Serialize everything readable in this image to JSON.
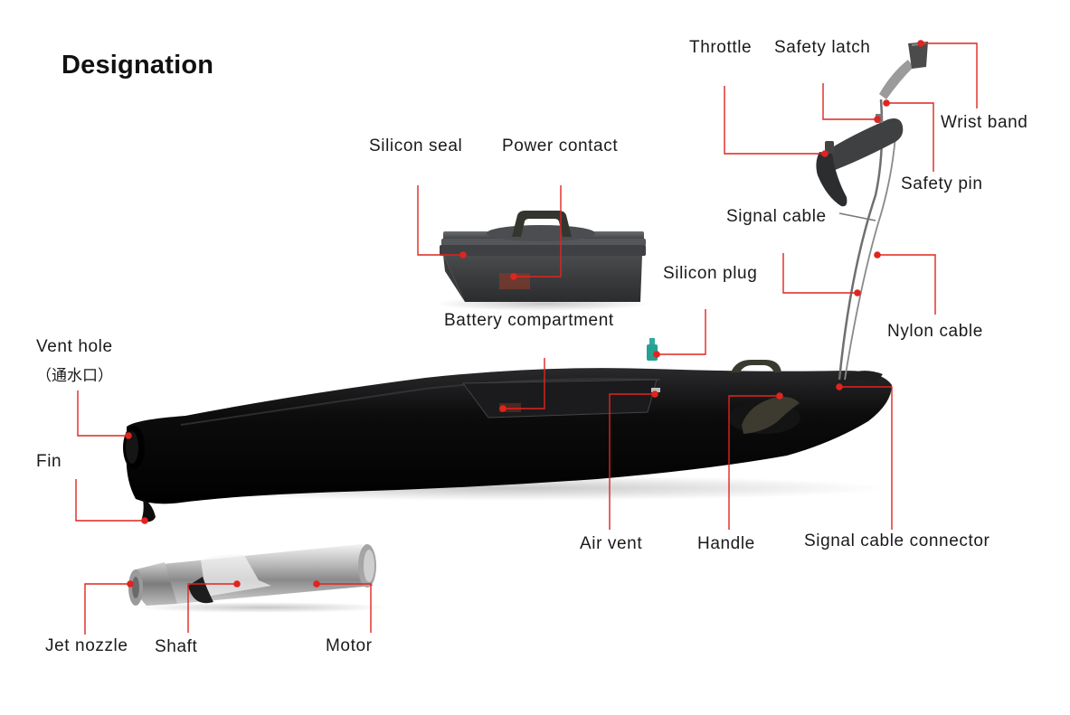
{
  "title": "Designation",
  "colors": {
    "leader": "#e0241f",
    "hull": "#0b0b0c",
    "accent": "#3a3c31"
  },
  "labels": {
    "throttle": "Throttle",
    "safety_latch": "Safety latch",
    "wrist_band": "Wrist band",
    "silicon_seal": "Silicon seal",
    "power_contact": "Power contact",
    "safety_pin": "Safety pin",
    "signal_cable": "Signal cable",
    "silicon_plug": "Silicon plug",
    "battery_compartment": "Battery compartment",
    "nylon_cable": "Nylon cable",
    "vent_hole": "Vent hole",
    "vent_hole_cn": "（通水口）",
    "fin": "Fin",
    "air_vent": "Air vent",
    "handle": "Handle",
    "signal_cable_connector": "Signal cable connector",
    "jet_nozzle": "Jet nozzle",
    "shaft": "Shaft",
    "motor": "Motor"
  }
}
